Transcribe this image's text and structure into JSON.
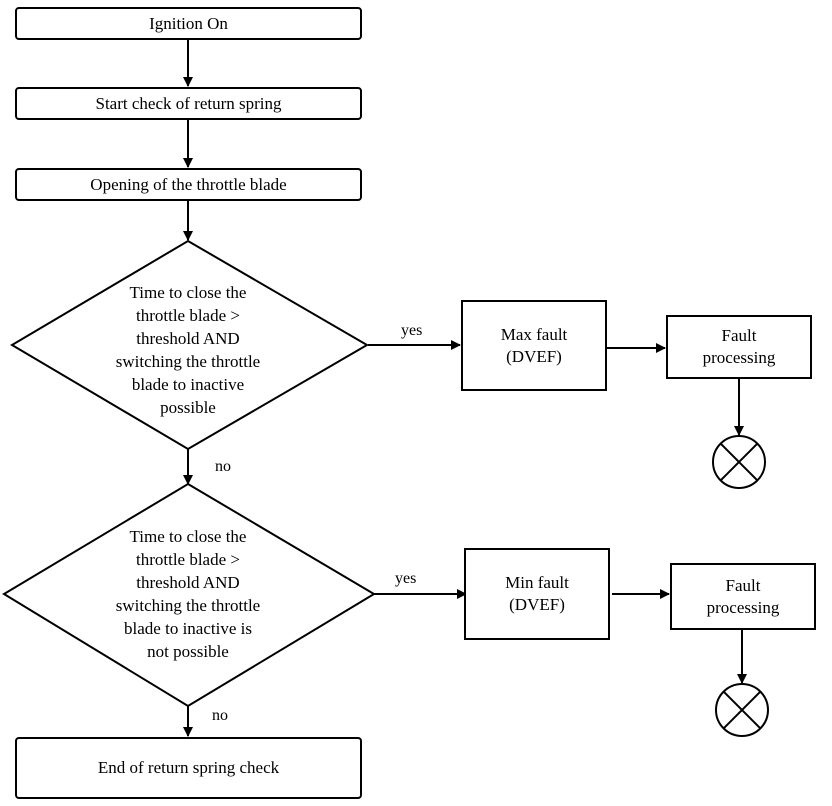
{
  "nodes": {
    "ignition_on": "Ignition On",
    "start_check": "Start check of return spring",
    "opening": "Opening of the throttle blade",
    "decision1": "Time to close the\nthrottle blade >\nthreshold AND\nswitching the throttle\nblade to inactive\npossible",
    "decision2": "Time to close the\nthrottle blade >\nthreshold AND\nswitching the throttle\nblade to inactive is\nnot possible",
    "max_fault": "Max fault\n(DVEF)",
    "min_fault": "Min fault\n(DVEF)",
    "fault_processing_1": "Fault\nprocessing",
    "fault_processing_2": "Fault\nprocessing",
    "end": "End of return spring check"
  },
  "edge_labels": {
    "yes_1": "yes",
    "no_1": "no",
    "yes_2": "yes",
    "no_2": "no"
  },
  "icons": {
    "terminator": "circle-x-icon"
  }
}
